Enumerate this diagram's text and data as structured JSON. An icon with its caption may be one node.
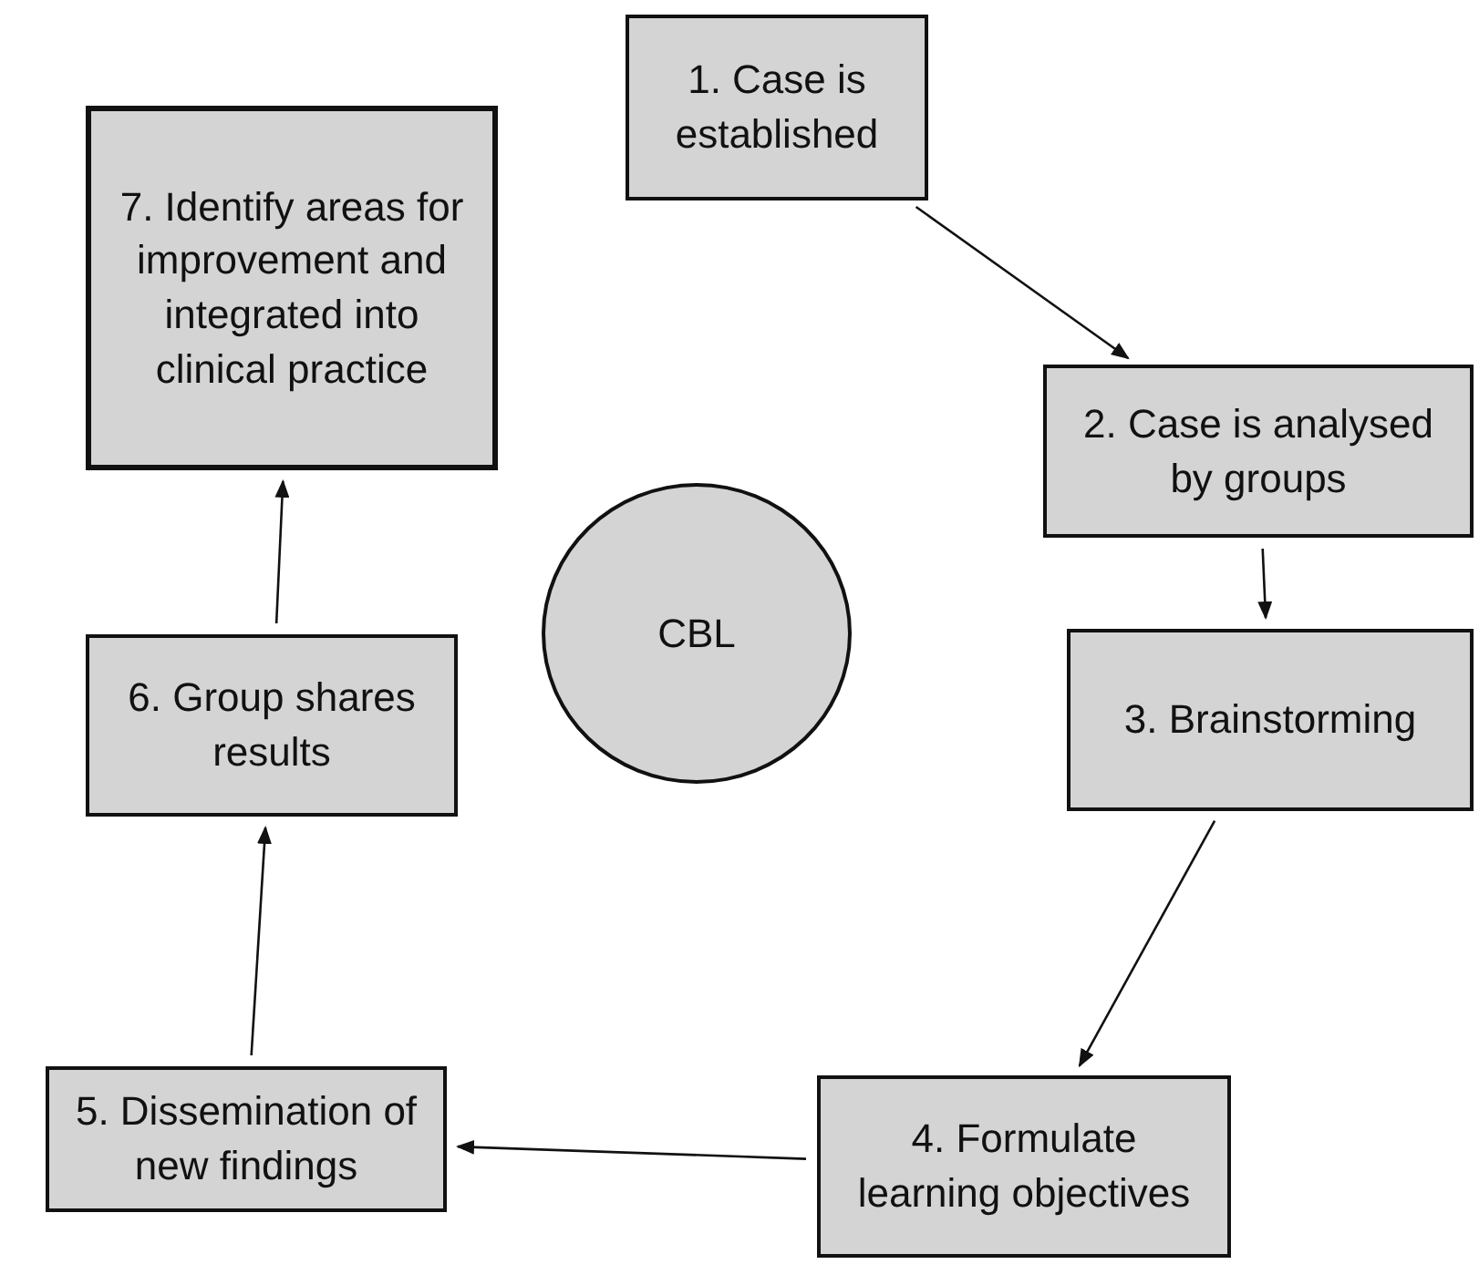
{
  "diagram": {
    "nodes": [
      {
        "text": [
          "1. Case is established"
        ]
      },
      {
        "text": [
          "7. Identify areas for improvement and integrated into clinical practice"
        ]
      },
      {
        "text": [
          "2. Case is analysed by groups"
        ]
      },
      {
        "text": [
          "CBL"
        ]
      },
      {
        "text": [
          "6. Group shares results"
        ]
      },
      {
        "text": [
          "3. Brainstorming"
        ]
      },
      {
        "text": [
          "5. Dissemination of new findings"
        ]
      },
      {
        "text": [
          "4. Formulate learning objectives"
        ]
      }
    ],
    "edges": [
      {
        "from": 0,
        "to": 2,
        "arrow": "to"
      },
      {
        "from": 2,
        "to": 5,
        "arrow": "to"
      },
      {
        "from": 5,
        "to": 7,
        "arrow": "to"
      },
      {
        "from": 7,
        "to": 6,
        "arrow": "to"
      },
      {
        "from": 6,
        "to": 4,
        "arrow": "to"
      },
      {
        "from": 4,
        "to": 1,
        "arrow": "to"
      }
    ]
  }
}
